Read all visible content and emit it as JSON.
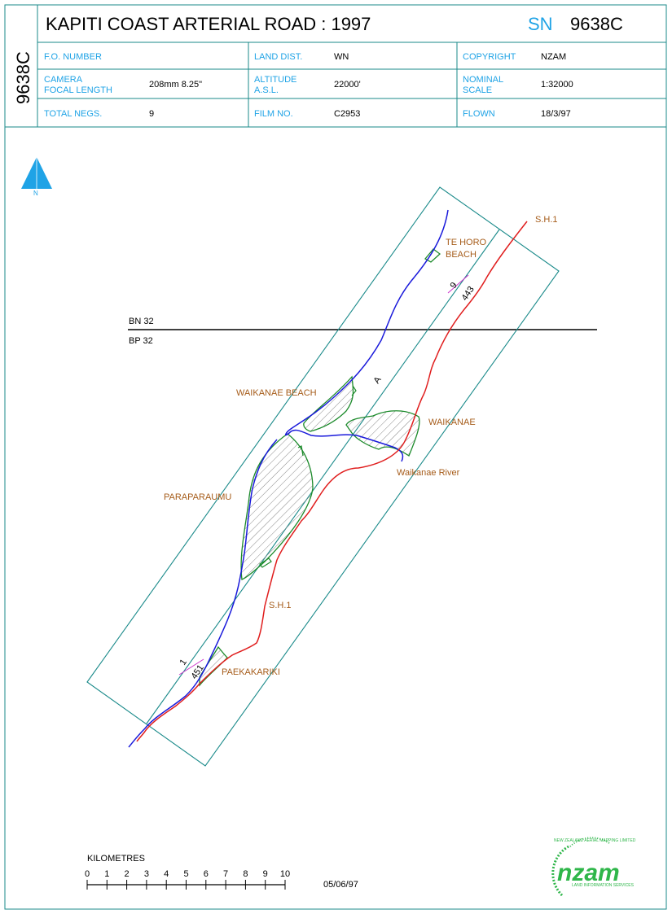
{
  "header": {
    "title": "KAPITI COAST ARTERIAL ROAD : 1997",
    "sn_label": "SN",
    "sn_value": "9638C",
    "side_code": "9638C"
  },
  "fields": {
    "fo_number": {
      "label": "F.O. NUMBER",
      "value": ""
    },
    "land_dist": {
      "label": "LAND DIST.",
      "value": "WN"
    },
    "copyright": {
      "label": "COPYRIGHT",
      "value": "NZAM"
    },
    "camera_line1": {
      "label": "CAMERA"
    },
    "camera_line2": {
      "label": "FOCAL LENGTH",
      "value": "208mm 8.25\""
    },
    "altitude_line1": {
      "label": "ALTITUDE"
    },
    "altitude_line2": {
      "label": "A.S.L.",
      "value": "22000'"
    },
    "nominal_line1": {
      "label": "NOMINAL"
    },
    "nominal_line2": {
      "label": "SCALE",
      "value": "1:32000"
    },
    "total_negs": {
      "label": "TOTAL NEGS.",
      "value": "9"
    },
    "film_no": {
      "label": "FILM NO.",
      "value": "C2953"
    },
    "flown": {
      "label": "FLOWN",
      "value": "18/3/97"
    }
  },
  "map": {
    "north_letter": "N",
    "grid_upper": "BN 32",
    "grid_lower": "BP 32",
    "run_letter": "A",
    "photo_start_frame": "1",
    "photo_start_neg": "451",
    "photo_end_frame": "9",
    "photo_end_neg": "443",
    "places": {
      "te_horo_1": "TE HORO",
      "te_horo_2": "BEACH",
      "waikanae_beach": "WAIKANAE BEACH",
      "waikanae": "WAIKANAE",
      "waikanae_river": "Waikanae River",
      "paraparaumu": "PARAPARAUMU",
      "paekakariki": "PAEKAKARIKI"
    },
    "road_top": "S.H.1",
    "road_mid": "S.H.1",
    "colors": {
      "coast": "#1a1adb",
      "road": "#e01e1e",
      "boundary": "#1b8a2a",
      "frame": "#1a8a8a",
      "accent": "#1fa3e6",
      "place": "#a65c1a"
    }
  },
  "scale": {
    "title": "KILOMETRES",
    "ticks": [
      "0",
      "1",
      "2",
      "3",
      "4",
      "5",
      "6",
      "7",
      "8",
      "9",
      "10"
    ],
    "date": "05/06/97"
  },
  "logo": {
    "name": "nzam",
    "ring_text": "NEW ZEALAND AERIAL MAPPING LIMITED",
    "tagline": "LAND INFORMATION SERVICES"
  }
}
